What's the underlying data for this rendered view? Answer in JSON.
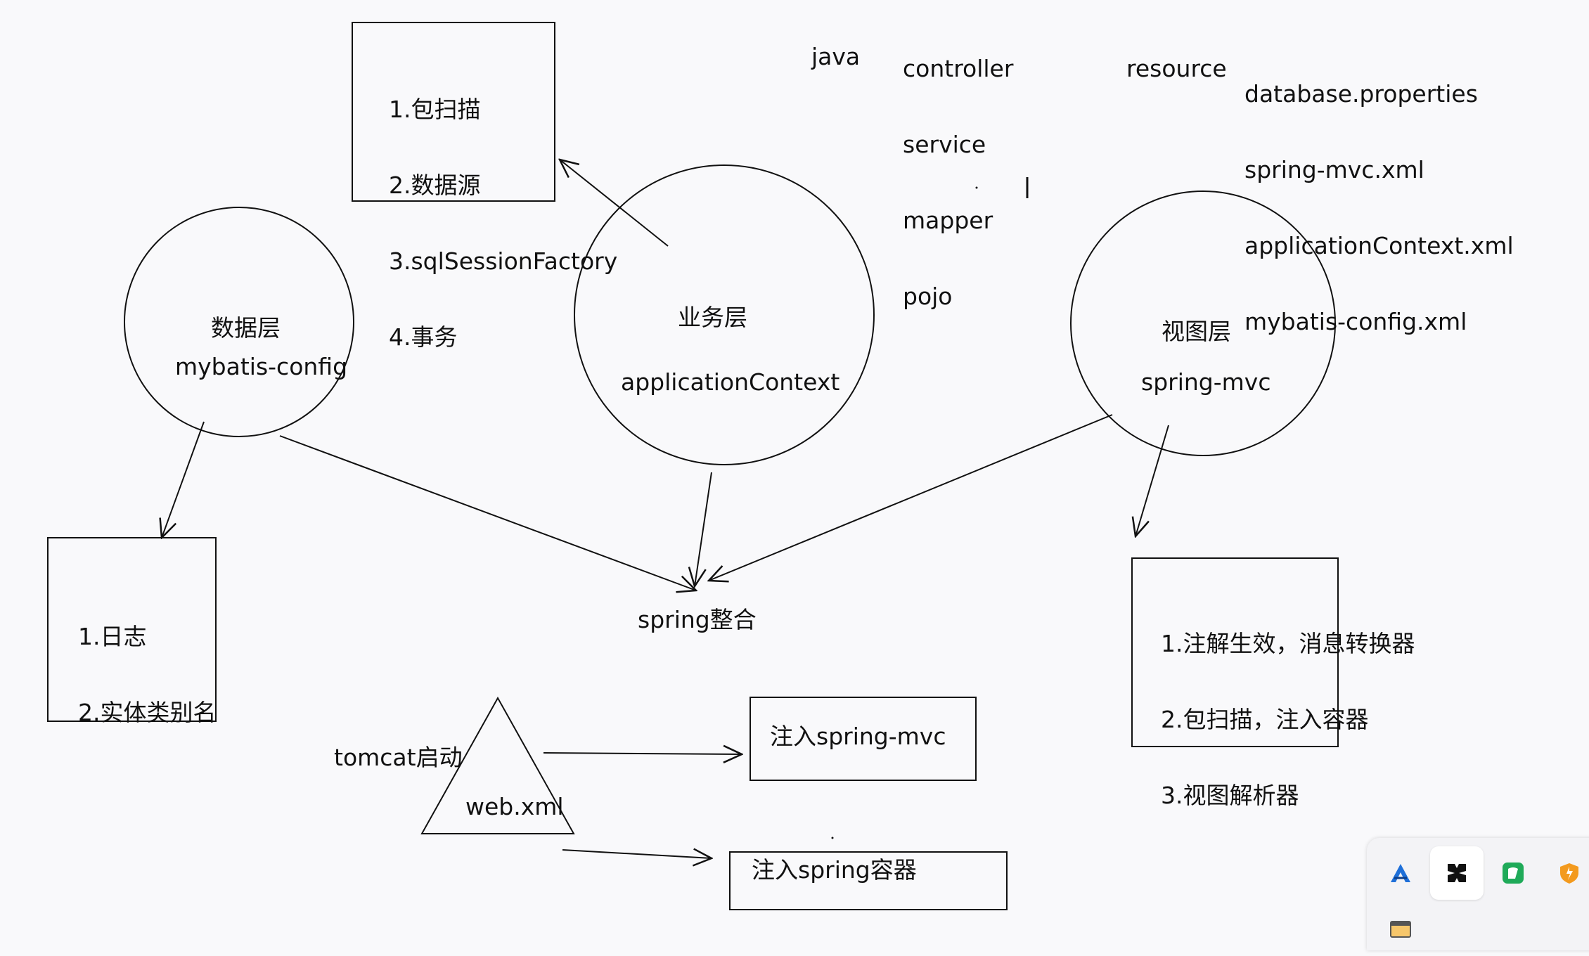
{
  "circles": {
    "data_layer": {
      "label": "数据层",
      "sub": "mybatis-config"
    },
    "service_layer": {
      "label": "业务层",
      "sub": "applicationContext"
    },
    "view_layer": {
      "label": "视图层",
      "sub": "spring-mvc"
    }
  },
  "boxes": {
    "service_items": [
      "1.包扫描",
      "2.数据源",
      "3.sqlSessionFactory",
      "4.事务"
    ],
    "data_items": [
      "1.日志",
      "2.实体类别名"
    ],
    "view_items": [
      "1.注解生效，消息转换器",
      "2.包扫描，注入容器",
      "3.视图解析器"
    ],
    "inject_mvc": "注入spring-mvc",
    "inject_container": "注入spring容器"
  },
  "labels": {
    "spring_integration": "spring整合",
    "tomcat": "tomcat启动",
    "webxml": "web.xml",
    "java": "java",
    "resource": "resource"
  },
  "java_packages": [
    "controller",
    "service",
    "mapper",
    "pojo"
  ],
  "resource_files": [
    "database.properties",
    "spring-mvc.xml",
    "applicationContext.xml",
    "mybatis-config.xml"
  ],
  "tray": {
    "icons": [
      "autodesk-icon",
      "capcut-icon",
      "app-green-icon",
      "shield-orange-icon",
      "window-icon"
    ],
    "colors": {
      "autodesk": "#1e6fd9",
      "green": "#1faa59",
      "orange": "#f39a1e"
    }
  }
}
